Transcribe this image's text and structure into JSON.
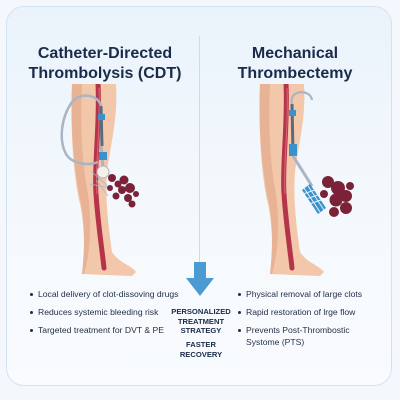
{
  "left": {
    "title": "Catheter-Directed\nThrombolysis (CDT)",
    "bullets": [
      "Local delivery of clot-dissoving drugs",
      "Reduces systemic bleeding risk",
      "Targeted treatment for DVT & PE"
    ]
  },
  "right": {
    "title": "Mechanical\nThrombectemy",
    "bullets": [
      "Physical removal of large clots",
      "Rapid restoration of lrge flow",
      "Prevents Post-Thrombostic Systome (PTS)"
    ]
  },
  "center": {
    "strategy": "PERSONALIZED\nTREATMENT\nSTRATEGY",
    "recovery": "FASTER\nRECOVERY"
  },
  "colors": {
    "skin": "#f3c7aa",
    "skin_shadow": "#e3a98a",
    "vein": "#b4344a",
    "clot": "#7b2238",
    "catheter": "#aab4c2",
    "device_blue": "#3a92cc",
    "arrow": "#4a9bd1"
  },
  "icons": [
    "catheter-icon",
    "clot-icon",
    "retrieval-device-icon",
    "down-arrow-icon"
  ]
}
